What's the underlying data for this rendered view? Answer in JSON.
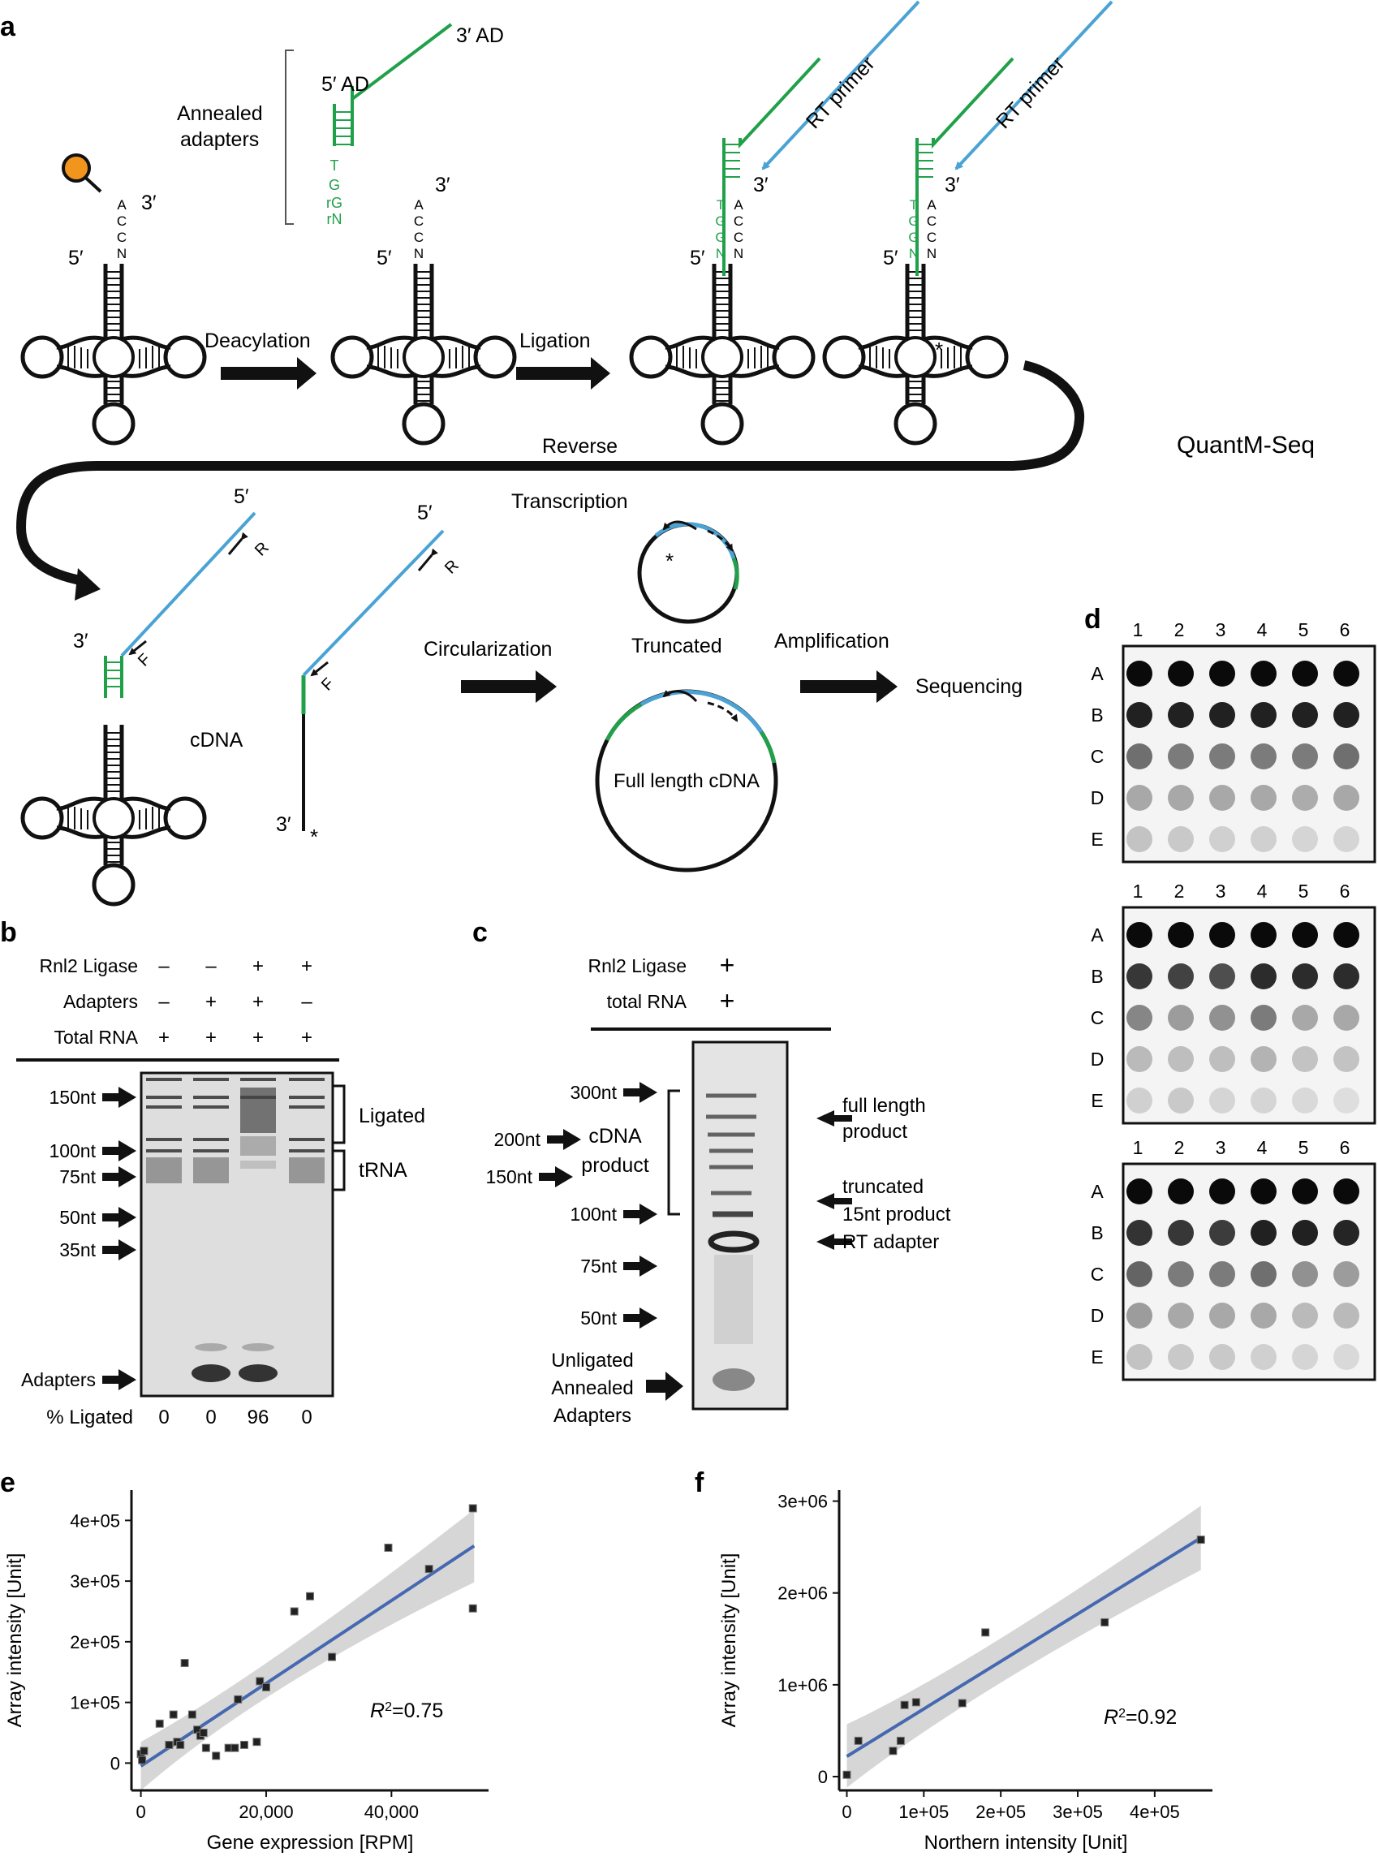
{
  "panels": {
    "a": "a",
    "b": "b",
    "c": "c",
    "d": "d",
    "e": "e",
    "f": "f"
  },
  "panel_a": {
    "three_ad": "3′ AD",
    "five_ad": "5′ AD",
    "annealed": "Annealed",
    "adapters": "adapters",
    "adapter_seq": [
      "T",
      "G",
      "rG",
      "rN"
    ],
    "ligated_seq": [
      "T",
      "G",
      "G",
      "N"
    ],
    "acc": [
      "A",
      "C",
      "C",
      "N"
    ],
    "three_prime": "3′",
    "five_prime": "5′",
    "rt_primer": "RT primer",
    "deacylation": "Deacylation",
    "ligation": "Ligation",
    "reverse": "Reverse",
    "transcription": "Transcription",
    "quantm": "QuantM-Seq",
    "cdna": "cDNA",
    "primer_r": "R",
    "primer_f": "F",
    "star": "*",
    "circularization": "Circularization",
    "truncated": "Truncated",
    "full_length": "Full length cDNA",
    "amplification": "Amplification",
    "sequencing": "Sequencing"
  },
  "panel_b": {
    "row_labels": [
      "Rnl2 Ligase",
      "Adapters",
      "Total RNA"
    ],
    "signs": [
      [
        "–",
        "–",
        "+",
        "+"
      ],
      [
        "–",
        "+",
        "+",
        "–"
      ],
      [
        "+",
        "+",
        "+",
        "+"
      ]
    ],
    "markers": [
      "150nt",
      "100nt",
      "75nt",
      "50nt",
      "35nt",
      "Adapters"
    ],
    "ligated": "Ligated",
    "trna": "tRNA",
    "pct_label": "% Ligated",
    "pct_values": [
      "0",
      "0",
      "96",
      "0"
    ]
  },
  "panel_c": {
    "row_labels": [
      "Rnl2 Ligase",
      "total RNA"
    ],
    "signs": [
      "+",
      "+"
    ],
    "markers": [
      "300nt",
      "200nt",
      "150nt",
      "100nt",
      "75nt",
      "50nt"
    ],
    "cdna": "cDNA",
    "product": "product",
    "unligated": [
      "Unligated",
      "Annealed",
      "Adapters"
    ],
    "right_labels": [
      "full length",
      "product",
      "truncated",
      "15nt product",
      "RT adapter"
    ]
  },
  "panel_d": {
    "columns": [
      "1",
      "2",
      "3",
      "4",
      "5",
      "6"
    ],
    "rows": [
      "A",
      "B",
      "C",
      "D",
      "E"
    ],
    "blot_intensity": [
      [
        [
          1.0,
          1.0,
          1.0,
          1.0,
          1.0,
          1.0
        ],
        [
          0.9,
          0.9,
          0.9,
          0.9,
          0.9,
          0.9
        ],
        [
          0.55,
          0.5,
          0.5,
          0.5,
          0.5,
          0.55
        ],
        [
          0.3,
          0.3,
          0.3,
          0.3,
          0.28,
          0.3
        ],
        [
          0.18,
          0.15,
          0.12,
          0.12,
          0.1,
          0.1
        ]
      ],
      [
        [
          1.0,
          1.0,
          1.0,
          1.0,
          1.0,
          1.0
        ],
        [
          0.8,
          0.75,
          0.7,
          0.85,
          0.85,
          0.85
        ],
        [
          0.45,
          0.35,
          0.4,
          0.5,
          0.3,
          0.3
        ],
        [
          0.22,
          0.2,
          0.2,
          0.25,
          0.18,
          0.18
        ],
        [
          0.12,
          0.15,
          0.1,
          0.1,
          0.08,
          0.06
        ]
      ],
      [
        [
          1.0,
          1.0,
          1.0,
          1.0,
          1.0,
          1.0
        ],
        [
          0.82,
          0.8,
          0.78,
          0.9,
          0.9,
          0.88
        ],
        [
          0.6,
          0.5,
          0.5,
          0.55,
          0.4,
          0.35
        ],
        [
          0.35,
          0.3,
          0.3,
          0.3,
          0.22,
          0.22
        ],
        [
          0.18,
          0.15,
          0.15,
          0.12,
          0.1,
          0.08
        ]
      ]
    ]
  },
  "chart_data": [
    {
      "type": "scatter",
      "panel": "e",
      "xlabel": "Gene expression [RPM]",
      "ylabel": "Array intensity [Unit]",
      "x_ticks": [
        "0",
        "20,000",
        "40,000"
      ],
      "x_tick_values": [
        0,
        20000,
        40000
      ],
      "y_ticks": [
        "0",
        "1e+05",
        "2e+05",
        "3e+05",
        "4e+05"
      ],
      "y_tick_values": [
        0,
        100000,
        200000,
        300000,
        400000
      ],
      "xlim": [
        -1500,
        55500
      ],
      "ylim": [
        -45000,
        450000
      ],
      "annotation": "R²=0.75",
      "annotation_parts": [
        "R",
        "2",
        "=0.75"
      ],
      "fit": {
        "x0": 0,
        "y0": -5000,
        "x1": 53200,
        "y1": 358000
      },
      "band": {
        "upper_left": 35000,
        "mid_upper": 143000,
        "upper_right": 418000,
        "lower_left": -45000,
        "mid_lower": 125000,
        "lower_right": 298000,
        "mid_x": 19000
      },
      "x": [
        0,
        200,
        500,
        3000,
        4500,
        5200,
        5800,
        6300,
        7000,
        8200,
        9000,
        9500,
        10000,
        10400,
        12000,
        14000,
        15500,
        16500,
        19000,
        20000,
        15000,
        18500,
        24500,
        27000,
        30500,
        39500,
        46000,
        53000,
        53000
      ],
      "y": [
        15000,
        5000,
        20000,
        65000,
        30000,
        80000,
        35000,
        30000,
        165000,
        80000,
        55000,
        45000,
        50000,
        25000,
        12000,
        25000,
        105000,
        30000,
        135000,
        125000,
        25000,
        35000,
        250000,
        275000,
        175000,
        355000,
        320000,
        420000,
        255000
      ]
    },
    {
      "type": "scatter",
      "panel": "f",
      "xlabel": "Northern intensity [Unit]",
      "ylabel": "Array intensity [Unit]",
      "x_ticks": [
        "0",
        "1e+05",
        "2e+05",
        "3e+05",
        "4e+05"
      ],
      "x_tick_values": [
        0,
        100000,
        200000,
        300000,
        400000
      ],
      "y_ticks": [
        "0",
        "1e+06",
        "2e+06",
        "3e+06"
      ],
      "y_tick_values": [
        0,
        1000000,
        2000000,
        3000000
      ],
      "xlim": [
        -10000,
        475000
      ],
      "ylim": [
        -150000,
        3120000
      ],
      "annotation": "R²=0.92",
      "annotation_parts": [
        "R",
        "2",
        "=0.92"
      ],
      "fit": {
        "x0": 0,
        "y0": 220000,
        "x1": 460000,
        "y1": 2600000
      },
      "band": {
        "upper_left": 570000,
        "mid_upper": 1200000,
        "upper_right": 2950000,
        "lower_left": -120000,
        "mid_lower": 930000,
        "lower_right": 2250000,
        "mid_x": 160000
      },
      "x": [
        0,
        15000,
        60000,
        70000,
        75000,
        90000,
        150000,
        180000,
        335000,
        460000
      ],
      "y": [
        20000,
        390000,
        280000,
        390000,
        780000,
        810000,
        800000,
        1570000,
        1680000,
        2580000
      ]
    }
  ]
}
